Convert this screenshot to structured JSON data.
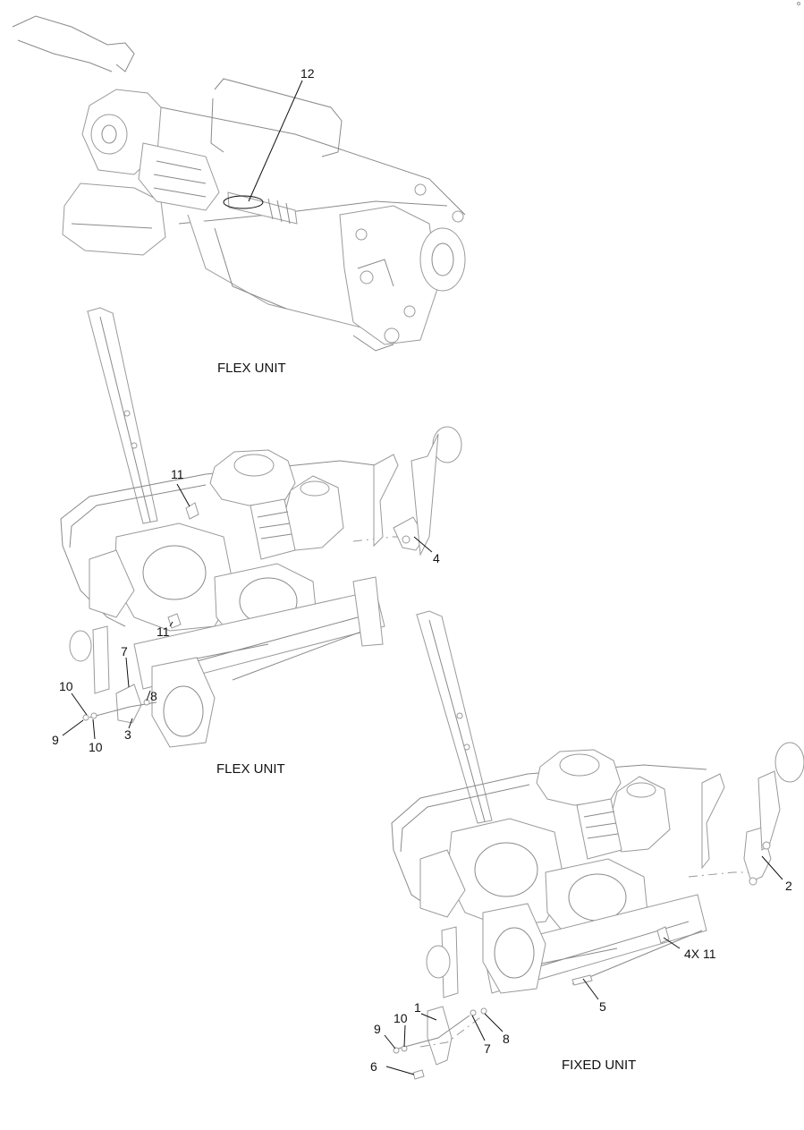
{
  "captions": {
    "top": "FLEX UNIT",
    "middle": "FLEX UNIT",
    "bottom": "FIXED UNIT"
  },
  "callouts": {
    "c12": "12",
    "c11a": "11",
    "c4": "4",
    "c11b": "11",
    "c7a": "7",
    "c10a": "10",
    "c8a": "8",
    "c3": "3",
    "c9a": "9",
    "c10b": "10",
    "c2": "2",
    "c4x11": "4X 11",
    "c5": "5",
    "c1": "1",
    "c10c": "10",
    "c9b": "9",
    "c8b": "8",
    "c7b": "7",
    "c6": "6"
  }
}
